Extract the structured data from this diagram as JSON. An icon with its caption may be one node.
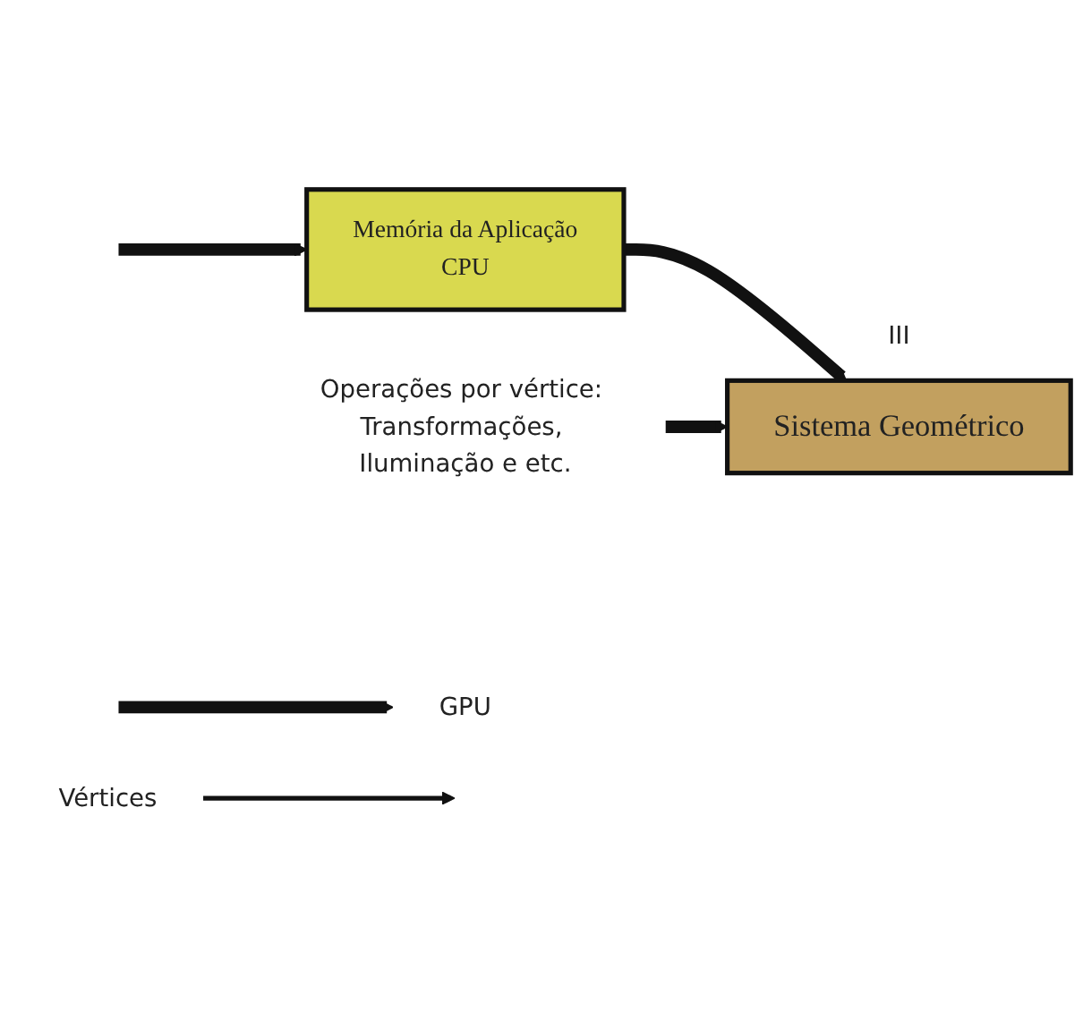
{
  "diagram": {
    "nodes": [
      {
        "text": [
          "Operações por vértice: Transformações, Iluminação e etc."
        ]
      },
      {
        "text": [
          "Vértices"
        ]
      },
      {
        "text": [
          "Memória da Aplicação",
          "CPU"
        ]
      },
      {
        "text": [
          "Sistema Geométrico"
        ],
        "beside": [
          "III"
        ]
      },
      {
        "text": [
          "GPU"
        ]
      }
    ],
    "edges": [
      {
        "from": 2,
        "to": 3,
        "arrow": "to"
      },
      {
        "from": 0,
        "to": 3,
        "arrow": "to"
      },
      {
        "from": 1,
        "to": null,
        "arrow": "to"
      },
      {
        "from": null,
        "to": 2,
        "arrow": "to"
      },
      {
        "from": null,
        "to": 4,
        "arrow": "to"
      }
    ]
  }
}
